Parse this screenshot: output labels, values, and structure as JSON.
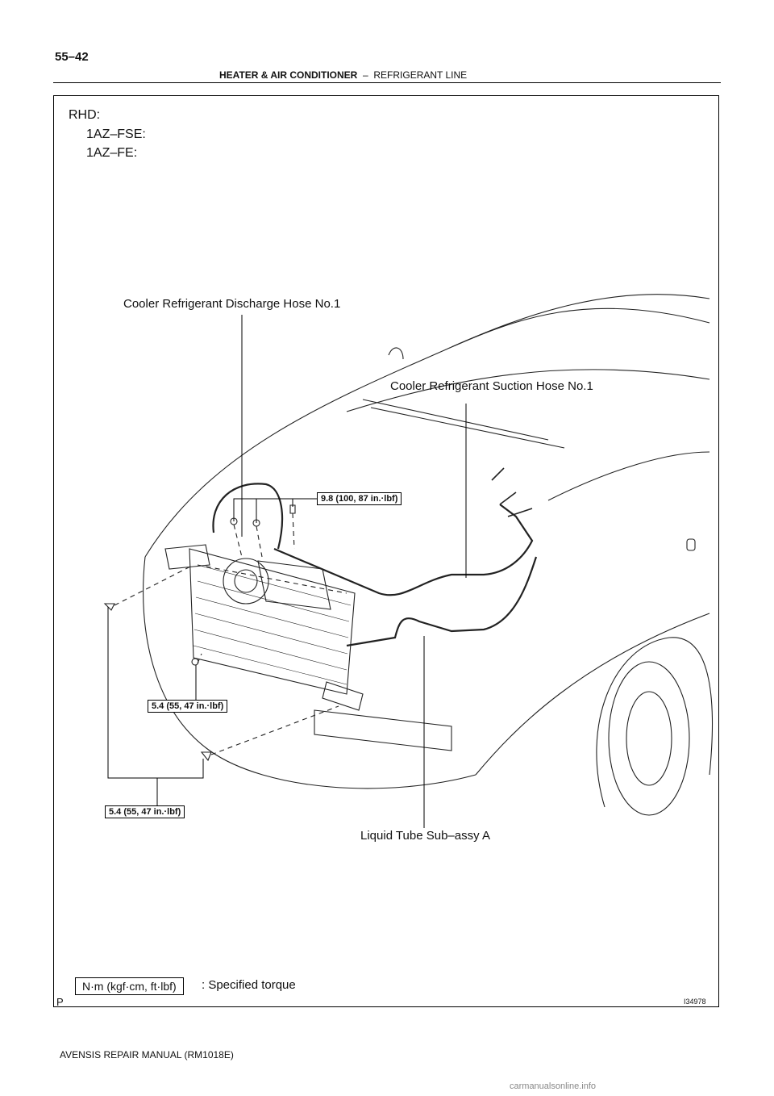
{
  "page_number": "55–42",
  "header": {
    "section": "HEATER & AIR CONDITIONER",
    "separator": "–",
    "subsection": "REFRIGERANT LINE"
  },
  "variant": {
    "title": "RHD:",
    "engines": [
      "1AZ–FSE:",
      "1AZ–FE:"
    ]
  },
  "labels": {
    "discharge_hose": "Cooler Refrigerant Discharge Hose No.1",
    "suction_hose": "Cooler Refrigerant Suction Hose No.1",
    "liquid_tube": "Liquid Tube Sub–assy A"
  },
  "torques": {
    "hose_bolts": "9.8 (100, 87 in.·lbf)",
    "lower_bolt": "5.4 (55, 47 in.·lbf)",
    "bracket_bolts": "5.4 (55, 47 in.·lbf)"
  },
  "legend": {
    "units": "N·m (kgf·cm, ft·lbf)",
    "meaning": ": Specified torque"
  },
  "figure_code": "I34978",
  "corner_mark": "P",
  "footer": "AVENSIS REPAIR MANUAL   (RM1018E)",
  "watermark": "carmanualsonline.info"
}
